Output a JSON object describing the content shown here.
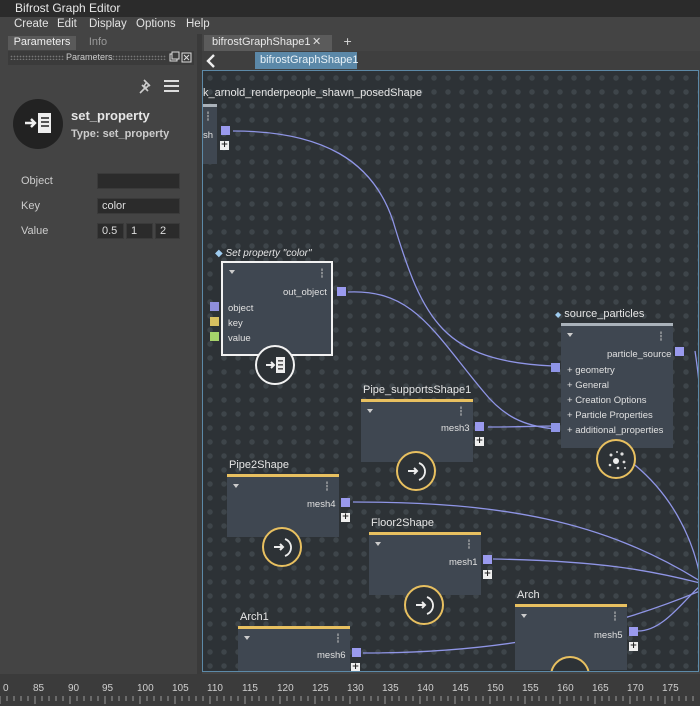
{
  "window": {
    "title": "Bifrost Graph Editor"
  },
  "menu": [
    "Create",
    "Edit",
    "Display",
    "Options",
    "Help"
  ],
  "left_panel": {
    "tabs": [
      "Parameters",
      "Info"
    ],
    "header_title": "Parameters",
    "node_name": "set_property",
    "node_type": "Type: set_property",
    "fields": {
      "object_label": "Object",
      "object_value": "",
      "key_label": "Key",
      "key_value": "color",
      "value_label": "Value",
      "value_x": "0.5",
      "value_y": "1",
      "value_z": "2"
    }
  },
  "graph": {
    "tab_label": "bifrostGraphShape1",
    "add_tab": "+",
    "breadcrumb": "bifrostGraphShape1",
    "nodes": {
      "arnold": {
        "title": "k_arnold_renderpeople_shawn_posedShape",
        "port": "sh"
      },
      "set_property": {
        "title": "Set property \"color\"",
        "out": "out_object",
        "in": [
          "object",
          "key",
          "value"
        ]
      },
      "source_particles": {
        "title": "source_particles",
        "out": "particle_source",
        "in": [
          "geometry",
          "General",
          "Creation Options",
          "Particle Properties",
          "additional_properties"
        ]
      },
      "pipe_supports": {
        "title": "Pipe_supportsShape1",
        "port": "mesh3"
      },
      "pipe2": {
        "title": "Pipe2Shape",
        "port": "mesh4"
      },
      "floor2": {
        "title": "Floor2Shape",
        "port": "mesh1"
      },
      "arch": {
        "title": "Arch",
        "port": "mesh5"
      },
      "arch1": {
        "title": "Arch1",
        "port": "mesh6"
      }
    },
    "port_colors": {
      "object": "#8f8fdc",
      "key": "#d8c060",
      "value": "#a6d36a",
      "out": "#9a9aee"
    }
  },
  "timeline": {
    "ticks": [
      "0",
      "85",
      "90",
      "95",
      "100",
      "105",
      "110",
      "115",
      "120",
      "125",
      "130",
      "135",
      "140",
      "145",
      "150",
      "155",
      "160",
      "165",
      "170",
      "175"
    ]
  }
}
